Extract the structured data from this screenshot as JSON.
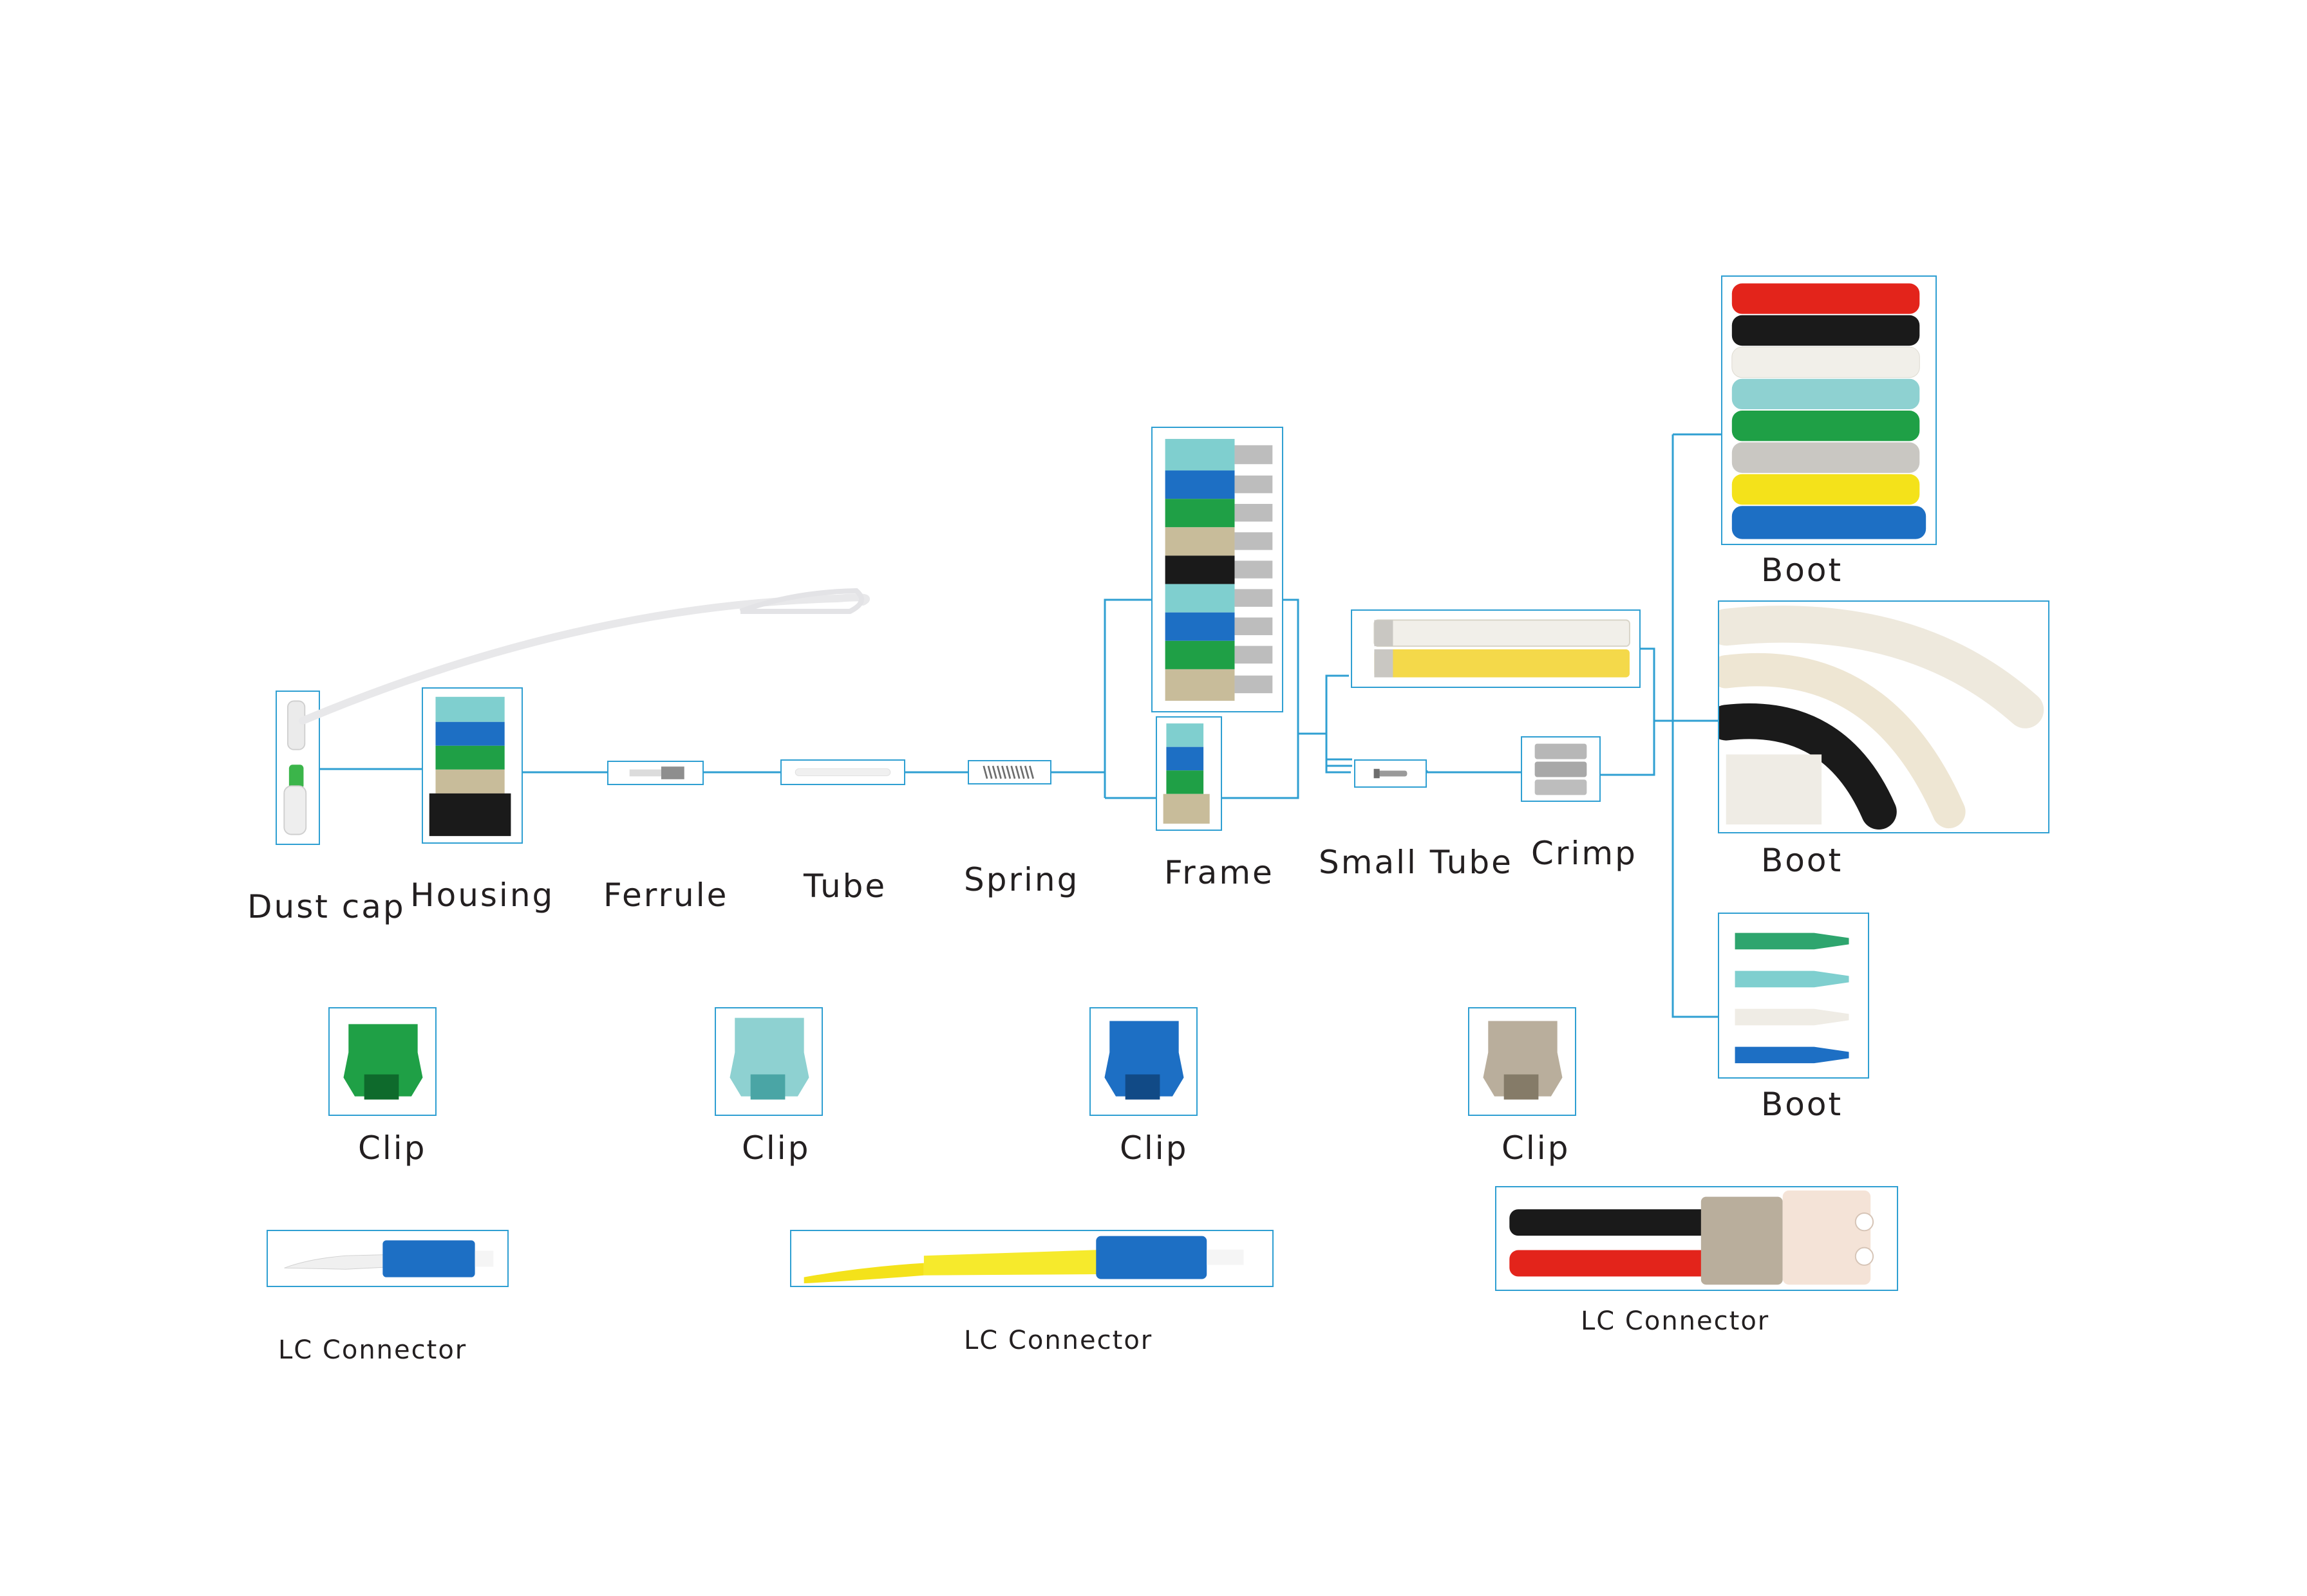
{
  "labels": {
    "dust_cap": "Dust cap",
    "housing": "Housing",
    "ferrule": "Ferrule",
    "tube": "Tube",
    "spring": "Spring",
    "frame": "Frame",
    "small_tube": "Small Tube",
    "crimp": "Crimp",
    "boot_1": "Boot",
    "boot_2": "Boot",
    "boot_3": "Boot",
    "clip_green": "Clip",
    "clip_aqua": "Clip",
    "clip_blue": "Clip",
    "clip_beige": "Clip",
    "lc_connector_1": "LC Connector",
    "lc_connector_2": "LC Connector",
    "lc_connector_3": "LC Connector"
  },
  "colors": {
    "box_border": "#2f9fd2",
    "connector_line": "#2f9fd2",
    "text": "#231f20",
    "red": "#e3241b",
    "black": "#1a1a1a",
    "white": "#f1efe9",
    "aqua": "#7fcfcf",
    "green": "#1fa046",
    "grey": "#c9c7c2",
    "yellow": "#f4e21a",
    "blue": "#1d6fc4",
    "beige": "#b9ae9c"
  }
}
